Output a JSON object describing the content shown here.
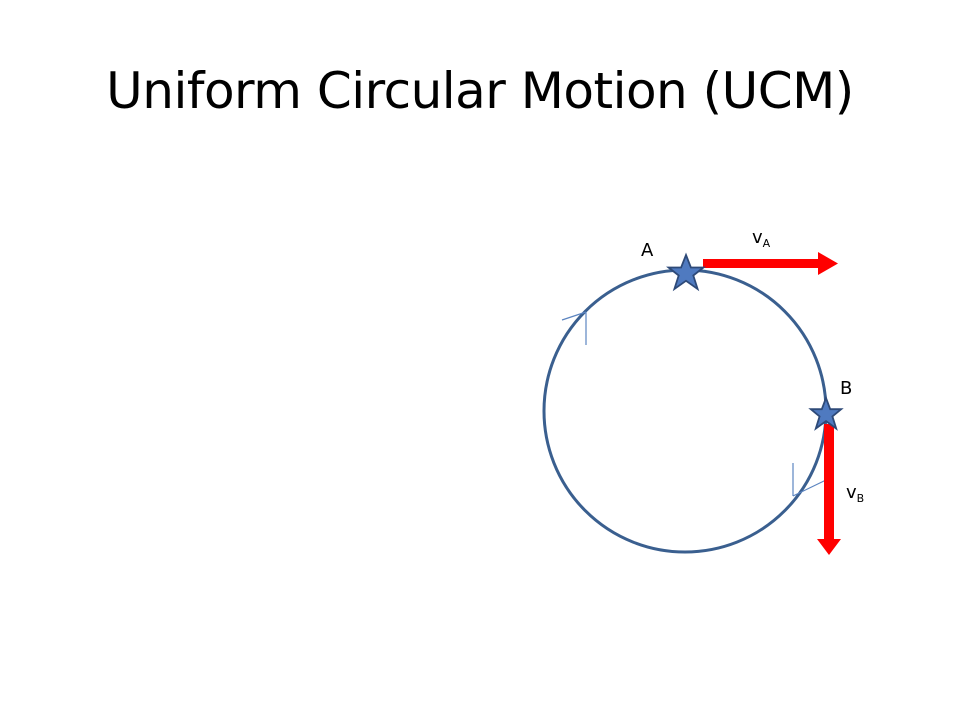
{
  "slide": {
    "title": "Uniform Circular Motion (UCM)"
  },
  "diagram": {
    "point_a": {
      "label": "A"
    },
    "point_b": {
      "label": "B"
    },
    "velocity_a": {
      "symbol": "v",
      "subscript": "A"
    },
    "velocity_b": {
      "symbol": "v",
      "subscript": "B"
    }
  },
  "colors": {
    "circle": "#3a5f8f",
    "star_fill": "#4f7ac0",
    "star_stroke": "#2e4a78",
    "vector": "#ff0000",
    "direction_tick": "#5b84c0"
  },
  "icons": {
    "point_marker": "star-icon",
    "vector_head": "arrow-head-icon"
  }
}
